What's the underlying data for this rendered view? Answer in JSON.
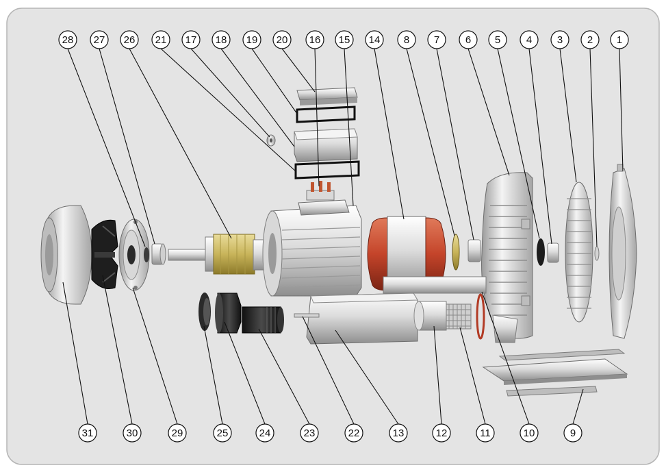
{
  "colors": {
    "panel_fill": "#e4e4e4",
    "panel_border": "#b5b5b5",
    "leader": "#111111",
    "silver_light": "#f2f2f2",
    "silver_mid": "#c9c9c9",
    "silver_dark": "#8c8c8c",
    "brass": "#c8b45a",
    "copper": "#c4442a",
    "rubber_black": "#1c1c1c",
    "copper_terminal": "#c0552f"
  },
  "callouts": {
    "top": [
      "28",
      "27",
      "26",
      "21",
      "17",
      "18",
      "19",
      "20",
      "16",
      "15",
      "14",
      "8",
      "7",
      "6",
      "5",
      "4",
      "3",
      "2",
      "1"
    ],
    "bottom": [
      "31",
      "30",
      "29",
      "25",
      "24",
      "23",
      "22",
      "13",
      "12",
      "11",
      "10",
      "9"
    ]
  }
}
